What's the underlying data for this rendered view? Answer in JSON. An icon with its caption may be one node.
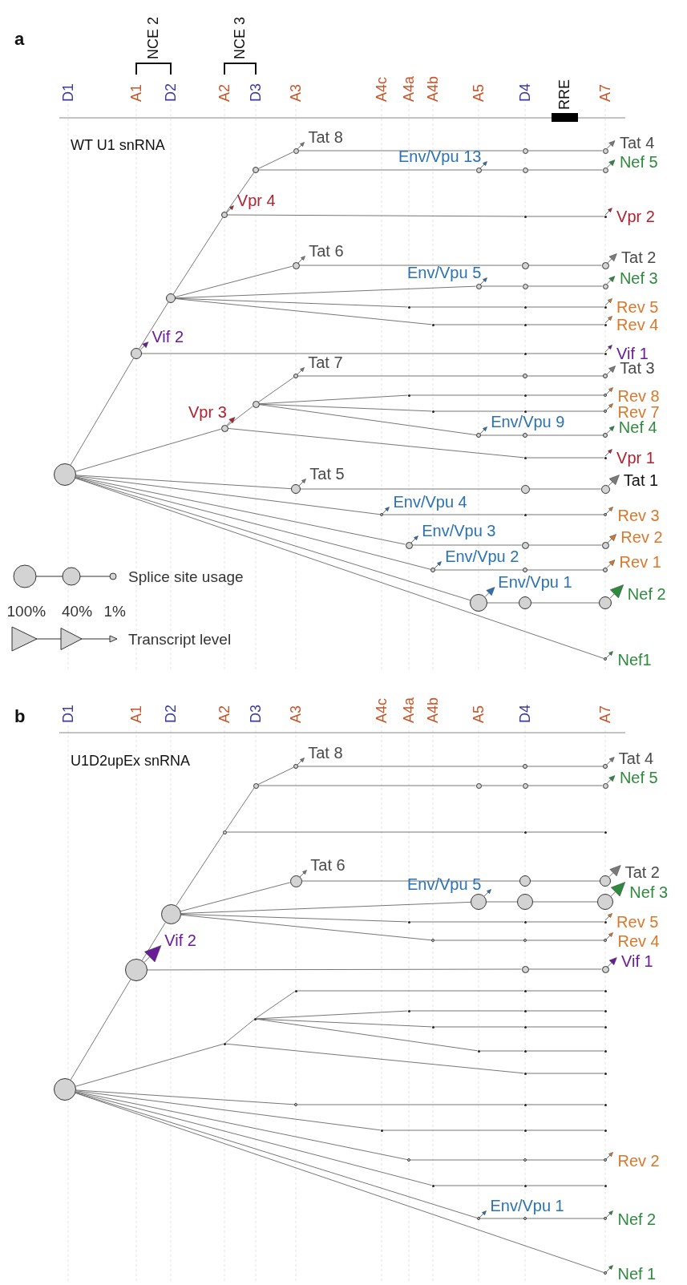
{
  "diagram": {
    "nodes": [
      {
        "text": [],
        "shape": "circle"
      },
      {
        "text": [],
        "shape": "circle",
        "beside": [
          "Vif 2"
        ]
      },
      {
        "text": [],
        "shape": "circle"
      },
      {
        "text": [],
        "shape": "circle",
        "beside": [
          "Vpr 4"
        ]
      },
      {
        "text": [],
        "shape": "circle"
      },
      {
        "text": [],
        "shape": "circle",
        "beside": [
          "Tat 8"
        ]
      },
      {
        "text": [],
        "shape": "circle"
      },
      {
        "text": [],
        "shape": "circle",
        "beside": [
          "Tat 4"
        ]
      },
      {
        "text": [],
        "shape": "circle",
        "beside": [
          "Env/Vpu 13"
        ]
      },
      {
        "text": [],
        "shape": "circle"
      },
      {
        "text": [],
        "shape": "circle",
        "beside": [
          "Nef 5"
        ]
      },
      {
        "text": [],
        "shape": "circle"
      },
      {
        "text": [],
        "shape": "circle",
        "beside": [
          "Vpr 2"
        ]
      },
      {
        "text": [],
        "shape": "circle",
        "beside": [
          "Tat 6"
        ]
      },
      {
        "text": [],
        "shape": "circle"
      },
      {
        "text": [],
        "shape": "circle",
        "beside": [
          "Tat 2"
        ]
      },
      {
        "text": [],
        "shape": "circle",
        "beside": [
          "Env/Vpu 5"
        ]
      },
      {
        "text": [],
        "shape": "circle"
      },
      {
        "text": [],
        "shape": "circle",
        "beside": [
          "Nef 3"
        ]
      },
      {
        "text": [],
        "shape": "circle"
      },
      {
        "text": [],
        "shape": "circle"
      },
      {
        "text": [],
        "shape": "circle",
        "beside": [
          "Rev 5"
        ]
      },
      {
        "text": [],
        "shape": "circle"
      },
      {
        "text": [],
        "shape": "circle"
      },
      {
        "text": [],
        "shape": "circle",
        "beside": [
          "Rev 4"
        ]
      },
      {
        "text": [],
        "shape": "circle"
      },
      {
        "text": [],
        "shape": "circle",
        "beside": [
          "Vif 1"
        ]
      },
      {
        "text": [],
        "shape": "circle",
        "beside": [
          "Vpr 3"
        ]
      },
      {
        "text": [],
        "shape": "circle"
      },
      {
        "text": [],
        "shape": "circle",
        "beside": [
          "Tat 7"
        ]
      },
      {
        "text": [],
        "shape": "circle"
      },
      {
        "text": [],
        "shape": "circle",
        "beside": [
          "Tat 3"
        ]
      },
      {
        "text": [],
        "shape": "circle"
      },
      {
        "text": [],
        "shape": "circle"
      },
      {
        "text": [],
        "shape": "circle",
        "beside": [
          "Rev 8"
        ]
      },
      {
        "text": [],
        "shape": "circle"
      },
      {
        "text": [],
        "shape": "circle"
      },
      {
        "text": [],
        "shape": "circle",
        "beside": [
          "Rev 7"
        ]
      },
      {
        "text": [],
        "shape": "circle",
        "beside": [
          "Env/Vpu 9"
        ]
      },
      {
        "text": [],
        "shape": "circle"
      },
      {
        "text": [],
        "shape": "circle",
        "beside": [
          "Nef 4"
        ]
      },
      {
        "text": [],
        "shape": "circle"
      },
      {
        "text": [],
        "shape": "circle",
        "beside": [
          "Vpr 1"
        ]
      },
      {
        "text": [],
        "shape": "circle",
        "beside": [
          "Tat 5"
        ]
      },
      {
        "text": [],
        "shape": "circle"
      },
      {
        "text": [],
        "shape": "circle",
        "beside": [
          "Tat 1"
        ]
      },
      {
        "text": [],
        "shape": "circle",
        "beside": [
          "Env/Vpu 4"
        ]
      },
      {
        "text": [],
        "shape": "circle"
      },
      {
        "text": [],
        "shape": "circle",
        "beside": [
          "Rev 3"
        ]
      },
      {
        "text": [],
        "shape": "circle",
        "beside": [
          "Env/Vpu 3"
        ]
      },
      {
        "text": [],
        "shape": "circle"
      },
      {
        "text": [],
        "shape": "circle",
        "beside": [
          "Rev 2"
        ]
      },
      {
        "text": [],
        "shape": "circle",
        "beside": [
          "Env/Vpu 2"
        ]
      },
      {
        "text": [],
        "shape": "circle"
      },
      {
        "text": [],
        "shape": "circle",
        "beside": [
          "Rev 1"
        ]
      },
      {
        "text": [],
        "shape": "circle",
        "beside": [
          "Env/Vpu 1"
        ]
      },
      {
        "text": [],
        "shape": "circle"
      },
      {
        "text": [],
        "shape": "circle",
        "beside": [
          "Nef 2"
        ]
      },
      {
        "text": [],
        "shape": "circle",
        "beside": [
          "Nef1"
        ]
      },
      {
        "text": [],
        "shape": "circle"
      },
      {
        "text": [],
        "shape": "circle",
        "beside": [
          "Vif 2"
        ]
      },
      {
        "text": [],
        "shape": "circle"
      },
      {
        "text": [],
        "shape": "circle"
      },
      {
        "text": [],
        "shape": "circle"
      },
      {
        "text": [],
        "shape": "circle",
        "beside": [
          "Tat 8"
        ]
      },
      {
        "text": [],
        "shape": "circle"
      },
      {
        "text": [],
        "shape": "circle",
        "beside": [
          "Tat 4"
        ]
      },
      {
        "text": [],
        "shape": "circle"
      },
      {
        "text": [],
        "shape": "circle"
      },
      {
        "text": [],
        "shape": "circle",
        "beside": [
          "Nef 5"
        ]
      },
      {
        "text": [],
        "shape": "circle"
      },
      {
        "text": [],
        "shape": "circle"
      },
      {
        "text": [],
        "shape": "circle",
        "beside": [
          "Tat 6"
        ]
      },
      {
        "text": [],
        "shape": "circle"
      },
      {
        "text": [],
        "shape": "circle",
        "beside": [
          "Tat 2"
        ]
      },
      {
        "text": [],
        "shape": "circle",
        "beside": [
          "Env/Vpu 5"
        ]
      },
      {
        "text": [],
        "shape": "circle"
      },
      {
        "text": [],
        "shape": "circle",
        "beside": [
          "Nef 3"
        ]
      },
      {
        "text": [],
        "shape": "circle"
      },
      {
        "text": [],
        "shape": "circle"
      },
      {
        "text": [],
        "shape": "circle",
        "beside": [
          "Rev 5"
        ]
      },
      {
        "text": [],
        "shape": "circle"
      },
      {
        "text": [],
        "shape": "circle"
      },
      {
        "text": [],
        "shape": "circle",
        "beside": [
          "Rev 4"
        ]
      },
      {
        "text": [],
        "shape": "circle"
      },
      {
        "text": [],
        "shape": "circle",
        "beside": [
          "Vif 1"
        ]
      },
      {
        "text": [],
        "shape": "circle"
      },
      {
        "text": [],
        "shape": "circle"
      },
      {
        "text": [],
        "shape": "circle"
      },
      {
        "text": [],
        "shape": "circle"
      },
      {
        "text": [],
        "shape": "circle"
      },
      {
        "text": [],
        "shape": "circle"
      },
      {
        "text": [],
        "shape": "circle"
      },
      {
        "text": [],
        "shape": "circle"
      },
      {
        "text": [],
        "shape": "circle"
      },
      {
        "text": [],
        "shape": "circle"
      },
      {
        "text": [],
        "shape": "circle"
      },
      {
        "text": [],
        "shape": "circle"
      },
      {
        "text": [],
        "shape": "circle"
      },
      {
        "text": [],
        "shape": "circle"
      },
      {
        "text": [],
        "shape": "circle"
      },
      {
        "text": [],
        "shape": "circle"
      },
      {
        "text": [],
        "shape": "circle"
      },
      {
        "text": [],
        "shape": "circle"
      },
      {
        "text": [],
        "shape": "circle"
      },
      {
        "text": [],
        "shape": "circle"
      },
      {
        "text": [],
        "shape": "circle"
      },
      {
        "text": [],
        "shape": "circle"
      },
      {
        "text": [],
        "shape": "circle"
      },
      {
        "text": [],
        "shape": "circle"
      },
      {
        "text": [],
        "shape": "circle",
        "beside": [
          "Rev 2"
        ]
      },
      {
        "text": [],
        "shape": "circle"
      },
      {
        "text": [],
        "shape": "circle"
      },
      {
        "text": [],
        "shape": "circle"
      },
      {
        "text": [],
        "shape": "circle",
        "beside": [
          "Env/Vpu 1"
        ]
      },
      {
        "text": [],
        "shape": "circle"
      },
      {
        "text": [],
        "shape": "circle",
        "beside": [
          "Nef 2"
        ]
      },
      {
        "text": [],
        "shape": "circle",
        "beside": [
          "Nef 1"
        ]
      }
    ],
    "edges": [
      {
        "from": 0,
        "to": 1,
        "arrow": "none"
      },
      {
        "from": 1,
        "to": 2,
        "arrow": "none"
      },
      {
        "from": 2,
        "to": 3,
        "arrow": "none"
      },
      {
        "from": 3,
        "to": 4,
        "arrow": "none"
      },
      {
        "from": 4,
        "to": 5,
        "arrow": "none"
      },
      {
        "from": 5,
        "to": 6,
        "arrow": "none"
      },
      {
        "from": 6,
        "to": 7,
        "arrow": "none"
      },
      {
        "from": 4,
        "to": 8,
        "arrow": "none"
      },
      {
        "from": 8,
        "to": 9,
        "arrow": "none"
      },
      {
        "from": 9,
        "to": 10,
        "arrow": "none"
      },
      {
        "from": 3,
        "to": 11,
        "arrow": "none"
      },
      {
        "from": 11,
        "to": 12,
        "arrow": "none"
      },
      {
        "from": 2,
        "to": 13,
        "arrow": "none"
      },
      {
        "from": 13,
        "to": 14,
        "arrow": "none"
      },
      {
        "from": 14,
        "to": 15,
        "arrow": "none"
      },
      {
        "from": 2,
        "to": 16,
        "arrow": "none"
      },
      {
        "from": 16,
        "to": 17,
        "arrow": "none"
      },
      {
        "from": 17,
        "to": 18,
        "arrow": "none"
      },
      {
        "from": 2,
        "to": 19,
        "arrow": "none"
      },
      {
        "from": 19,
        "to": 20,
        "arrow": "none"
      },
      {
        "from": 20,
        "to": 21,
        "arrow": "none"
      },
      {
        "from": 2,
        "to": 22,
        "arrow": "none"
      },
      {
        "from": 22,
        "to": 23,
        "arrow": "none"
      },
      {
        "from": 23,
        "to": 24,
        "arrow": "none"
      },
      {
        "from": 1,
        "to": 25,
        "arrow": "none"
      },
      {
        "from": 25,
        "to": 26,
        "arrow": "none"
      },
      {
        "from": 0,
        "to": 27,
        "arrow": "none"
      },
      {
        "from": 27,
        "to": 28,
        "arrow": "none"
      },
      {
        "from": 28,
        "to": 29,
        "arrow": "none"
      },
      {
        "from": 29,
        "to": 30,
        "arrow": "none"
      },
      {
        "from": 30,
        "to": 31,
        "arrow": "none"
      },
      {
        "from": 28,
        "to": 32,
        "arrow": "none"
      },
      {
        "from": 32,
        "to": 33,
        "arrow": "none"
      },
      {
        "from": 33,
        "to": 34,
        "arrow": "none"
      },
      {
        "from": 28,
        "to": 35,
        "arrow": "none"
      },
      {
        "from": 35,
        "to": 36,
        "arrow": "none"
      },
      {
        "from": 36,
        "to": 37,
        "arrow": "none"
      },
      {
        "from": 28,
        "to": 38,
        "arrow": "none"
      },
      {
        "from": 38,
        "to": 39,
        "arrow": "none"
      },
      {
        "from": 39,
        "to": 40,
        "arrow": "none"
      },
      {
        "from": 27,
        "to": 41,
        "arrow": "none"
      },
      {
        "from": 41,
        "to": 42,
        "arrow": "none"
      },
      {
        "from": 0,
        "to": 43,
        "arrow": "none"
      },
      {
        "from": 43,
        "to": 44,
        "arrow": "none"
      },
      {
        "from": 44,
        "to": 45,
        "arrow": "none"
      },
      {
        "from": 0,
        "to": 46,
        "arrow": "none"
      },
      {
        "from": 46,
        "to": 47,
        "arrow": "none"
      },
      {
        "from": 47,
        "to": 48,
        "arrow": "none"
      },
      {
        "from": 0,
        "to": 49,
        "arrow": "none"
      },
      {
        "from": 49,
        "to": 50,
        "arrow": "none"
      },
      {
        "from": 50,
        "to": 51,
        "arrow": "none"
      },
      {
        "from": 0,
        "to": 52,
        "arrow": "none"
      },
      {
        "from": 52,
        "to": 53,
        "arrow": "none"
      },
      {
        "from": 53,
        "to": 54,
        "arrow": "none"
      },
      {
        "from": 0,
        "to": 55,
        "arrow": "none"
      },
      {
        "from": 55,
        "to": 56,
        "arrow": "none"
      },
      {
        "from": 56,
        "to": 57,
        "arrow": "none"
      },
      {
        "from": 0,
        "to": 58,
        "arrow": "none"
      },
      {
        "from": 59,
        "to": 60,
        "arrow": "none"
      },
      {
        "from": 60,
        "to": 61,
        "arrow": "none"
      },
      {
        "from": 61,
        "to": 62,
        "arrow": "none"
      },
      {
        "from": 62,
        "to": 63,
        "arrow": "none"
      },
      {
        "from": 63,
        "to": 64,
        "arrow": "none"
      },
      {
        "from": 64,
        "to": 65,
        "arrow": "none"
      },
      {
        "from": 65,
        "to": 66,
        "arrow": "none"
      },
      {
        "from": 63,
        "to": 67,
        "arrow": "none"
      },
      {
        "from": 67,
        "to": 68,
        "arrow": "none"
      },
      {
        "from": 68,
        "to": 69,
        "arrow": "none"
      },
      {
        "from": 62,
        "to": 70,
        "arrow": "none"
      },
      {
        "from": 70,
        "to": 71,
        "arrow": "none"
      },
      {
        "from": 61,
        "to": 72,
        "arrow": "none"
      },
      {
        "from": 72,
        "to": 73,
        "arrow": "none"
      },
      {
        "from": 73,
        "to": 74,
        "arrow": "none"
      },
      {
        "from": 61,
        "to": 75,
        "arrow": "none"
      },
      {
        "from": 75,
        "to": 76,
        "arrow": "none"
      },
      {
        "from": 76,
        "to": 77,
        "arrow": "none"
      },
      {
        "from": 61,
        "to": 78,
        "arrow": "none"
      },
      {
        "from": 78,
        "to": 79,
        "arrow": "none"
      },
      {
        "from": 79,
        "to": 80,
        "arrow": "none"
      },
      {
        "from": 61,
        "to": 81,
        "arrow": "none"
      },
      {
        "from": 81,
        "to": 82,
        "arrow": "none"
      },
      {
        "from": 82,
        "to": 83,
        "arrow": "none"
      },
      {
        "from": 60,
        "to": 84,
        "arrow": "none"
      },
      {
        "from": 84,
        "to": 85,
        "arrow": "none"
      },
      {
        "from": 59,
        "to": 86,
        "arrow": "none"
      },
      {
        "from": 86,
        "to": 87,
        "arrow": "none"
      },
      {
        "from": 87,
        "to": 88,
        "arrow": "none"
      },
      {
        "from": 88,
        "to": 89,
        "arrow": "none"
      },
      {
        "from": 89,
        "to": 90,
        "arrow": "none"
      },
      {
        "from": 87,
        "to": 91,
        "arrow": "none"
      },
      {
        "from": 91,
        "to": 92,
        "arrow": "none"
      },
      {
        "from": 92,
        "to": 93,
        "arrow": "none"
      },
      {
        "from": 87,
        "to": 94,
        "arrow": "none"
      },
      {
        "from": 94,
        "to": 95,
        "arrow": "none"
      },
      {
        "from": 95,
        "to": 96,
        "arrow": "none"
      },
      {
        "from": 87,
        "to": 97,
        "arrow": "none"
      },
      {
        "from": 97,
        "to": 98,
        "arrow": "none"
      },
      {
        "from": 98,
        "to": 99,
        "arrow": "none"
      },
      {
        "from": 86,
        "to": 100,
        "arrow": "none"
      },
      {
        "from": 100,
        "to": 101,
        "arrow": "none"
      },
      {
        "from": 59,
        "to": 102,
        "arrow": "none"
      },
      {
        "from": 102,
        "to": 103,
        "arrow": "none"
      },
      {
        "from": 103,
        "to": 104,
        "arrow": "none"
      },
      {
        "from": 59,
        "to": 105,
        "arrow": "none"
      },
      {
        "from": 105,
        "to": 106,
        "arrow": "none"
      },
      {
        "from": 106,
        "to": 107,
        "arrow": "none"
      },
      {
        "from": 59,
        "to": 108,
        "arrow": "none"
      },
      {
        "from": 108,
        "to": 109,
        "arrow": "none"
      },
      {
        "from": 109,
        "to": 110,
        "arrow": "none"
      },
      {
        "from": 59,
        "to": 111,
        "arrow": "none"
      },
      {
        "from": 111,
        "to": 112,
        "arrow": "none"
      },
      {
        "from": 112,
        "to": 113,
        "arrow": "none"
      },
      {
        "from": 59,
        "to": 114,
        "arrow": "none"
      },
      {
        "from": 114,
        "to": 115,
        "arrow": "none"
      },
      {
        "from": 115,
        "to": 116,
        "arrow": "none"
      },
      {
        "from": 59,
        "to": 117,
        "arrow": "none"
      }
    ],
    "labels": [
      "a",
      "NCE 2",
      "NCE 3",
      "D1",
      "A1",
      "D2",
      "A2",
      "D3",
      "A3",
      "A4c",
      "A4a",
      "A4b",
      "A5",
      "D4",
      "RRE",
      "A7",
      "WT U1 snRNA",
      "100%",
      "40%",
      "1%",
      "b",
      "D1",
      "A1",
      "D2",
      "A2",
      "D3",
      "A3",
      "A4c",
      "A4a",
      "A4b",
      "A5",
      "D4",
      "A7",
      "U1D2upEx snRNA"
    ],
    "legend": [
      {
        "text": "Splice site usage"
      },
      {
        "text": "Transcript level"
      }
    ]
  }
}
